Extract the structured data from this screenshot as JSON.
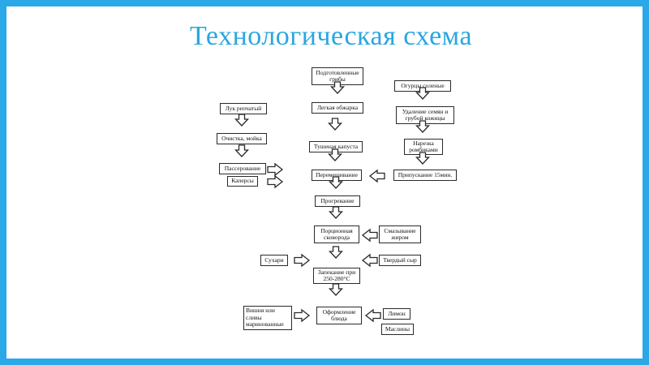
{
  "title": "Технологическая схема",
  "colors": {
    "accent": "#2ba8e8",
    "title": "#29a6e0",
    "box_border": "#2a2a2a",
    "arrow": "#2a2a2a"
  },
  "nodes": {
    "podgotovlennye_griby": "Подготовленные\nгрибы",
    "legkaya_obzharka": "Легкая обжарка",
    "tushenaya_kapusta": "Тушеная капуста",
    "peremeshivanie": "Перемешивание",
    "progrevanie": "Прогревание",
    "porcionnaya_skovoroda": "Порционная\nсковорода",
    "zapekanie": "Запекание при\n250-280°С",
    "oformlenie": "Оформление\nблюда",
    "luk": "Лук репчатый",
    "ochistka": "Очистка, мойка",
    "passerovanie": "Пассерование",
    "kapersy": "Каперсы",
    "ogurcy": "Огурцы соленые",
    "udalenie": "Удаление семян и\nгрубой кожицы",
    "narezka": "Нарезка\nромбиками",
    "pripuskanie": "Припускание 15мин.",
    "smazyvanie": "Смазывание\nжиром",
    "tverdyi_syr": "Твердый сыр",
    "suhari": "Сухари",
    "vishnya": "Вишня или\nсливы\nмаринованные",
    "limon": "Лимон",
    "masliny": "Маслины"
  }
}
